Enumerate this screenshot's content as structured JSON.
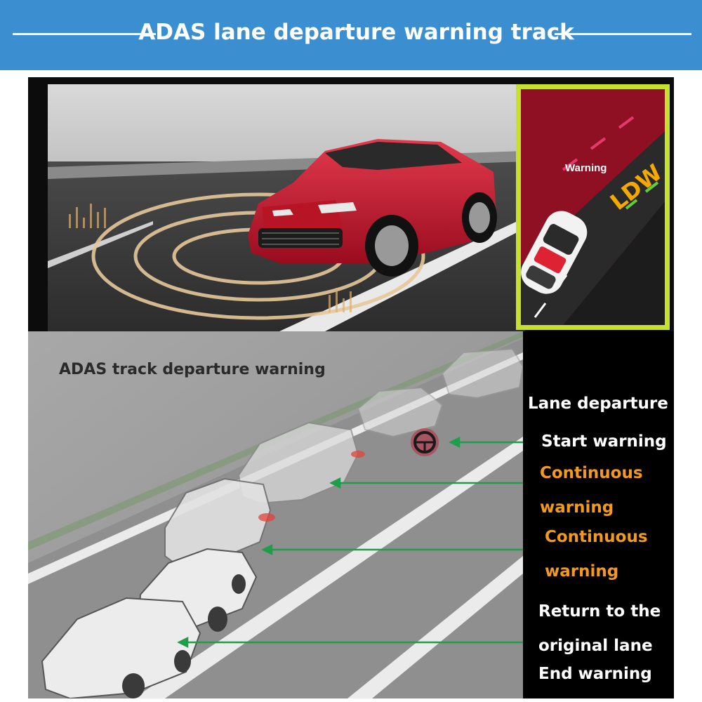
{
  "header": {
    "title": "ADAS lane departure warning track"
  },
  "inset": {
    "warning_label": "Warning",
    "badge": "LDW"
  },
  "scene": {
    "title": "ADAS track departure warning"
  },
  "legend": {
    "heading": "Lane departure",
    "start": "Start warning",
    "continuous_1_line1": "Continuous",
    "continuous_1_line2": "warning",
    "continuous_2_line1": "Continuous",
    "continuous_2_line2": "warning",
    "return_line1": "Return to the",
    "return_line2": "original lane",
    "end": "End warning"
  },
  "colors": {
    "header_bg": "#3b8fd0",
    "inset_border": "#c6e12b",
    "arrow_green": "#1e9e4a",
    "legend_orange": "#f39a1c",
    "car_red": "#c8102e"
  }
}
